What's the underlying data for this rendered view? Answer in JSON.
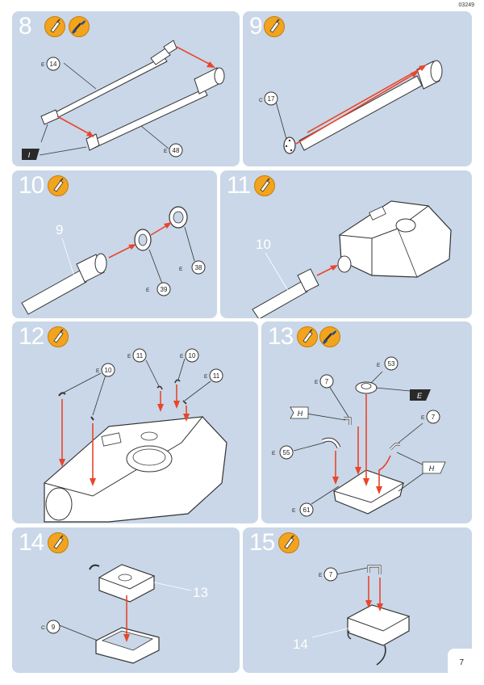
{
  "doc_code": "03249",
  "page_number": "7",
  "icons": {
    "glue": "glue-tube-icon",
    "paint": "paint-brush-icon"
  },
  "colors": {
    "panel": "#c9d7e8",
    "arrow": "#e8462b",
    "glue": "#f2a41e",
    "part_fill": "#ffffff"
  },
  "steps": [
    {
      "number": "8",
      "icons": [
        "glue",
        "paint"
      ],
      "parts": [
        {
          "sprue": "E",
          "num": "14"
        },
        {
          "sprue": "E",
          "num": "48"
        }
      ],
      "color_flag": "I"
    },
    {
      "number": "9",
      "icons": [
        "glue"
      ],
      "parts": [
        {
          "sprue": "C",
          "num": "17"
        }
      ]
    },
    {
      "number": "10",
      "icons": [
        "glue"
      ],
      "ref": "9",
      "parts": [
        {
          "sprue": "E",
          "num": "38"
        },
        {
          "sprue": "E",
          "num": "39"
        }
      ]
    },
    {
      "number": "11",
      "icons": [
        "glue"
      ],
      "ref": "10"
    },
    {
      "number": "12",
      "icons": [
        "glue"
      ],
      "parts": [
        {
          "sprue": "E",
          "num": "10"
        },
        {
          "sprue": "E",
          "num": "11"
        },
        {
          "sprue": "E",
          "num": "10"
        },
        {
          "sprue": "E",
          "num": "11"
        }
      ]
    },
    {
      "number": "13",
      "icons": [
        "glue",
        "paint"
      ],
      "parts": [
        {
          "sprue": "E",
          "num": "53"
        },
        {
          "sprue": "E",
          "num": "7"
        },
        {
          "sprue": "E",
          "num": "7"
        },
        {
          "sprue": "E",
          "num": "55"
        },
        {
          "sprue": "E",
          "num": "61"
        }
      ],
      "color_flags": [
        "E",
        "H",
        "H"
      ]
    },
    {
      "number": "14",
      "icons": [
        "glue"
      ],
      "ref": "13",
      "parts": [
        {
          "sprue": "C",
          "num": "9"
        }
      ]
    },
    {
      "number": "15",
      "icons": [
        "glue"
      ],
      "ref": "14",
      "parts": [
        {
          "sprue": "E",
          "num": "7"
        }
      ]
    }
  ]
}
